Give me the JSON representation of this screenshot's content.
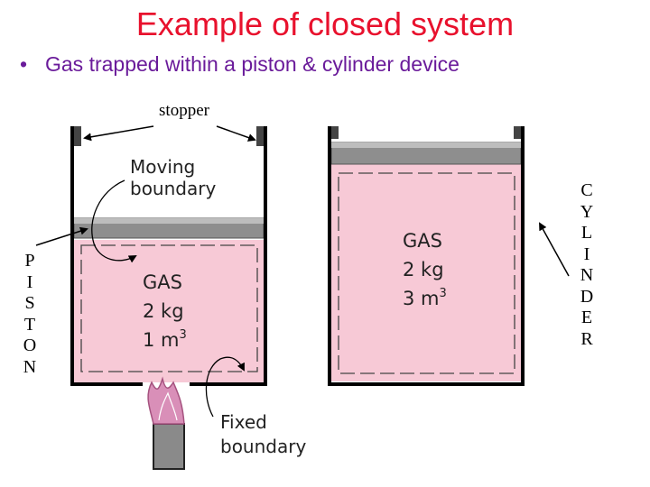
{
  "title": "Example of closed system",
  "bullet": "•",
  "subtitle": "Gas trapped within a piston & cylinder device",
  "labels": {
    "stopper": "stopper",
    "moving_boundary_1": "Moving",
    "moving_boundary_2": "boundary",
    "fixed_boundary_1": "Fixed",
    "fixed_boundary_2": "boundary"
  },
  "left_gas": {
    "name": "GAS",
    "mass": "2 kg",
    "volume": "1 m",
    "exp": "3"
  },
  "right_gas": {
    "name": "GAS",
    "mass": "2 kg",
    "volume": "3 m",
    "exp": "3"
  },
  "piston_letters": [
    "P",
    "I",
    "S",
    "T",
    "O",
    "N"
  ],
  "cylinder_letters": [
    "C",
    "Y",
    "L",
    "I",
    "N",
    "D",
    "E",
    "R"
  ],
  "colors": {
    "title": "#e8112d",
    "subtitle": "#6a1b9a",
    "gas_fill": "#f7c9d6",
    "piston_gray": "#8e8e8e",
    "flame": "#d98fb8"
  }
}
